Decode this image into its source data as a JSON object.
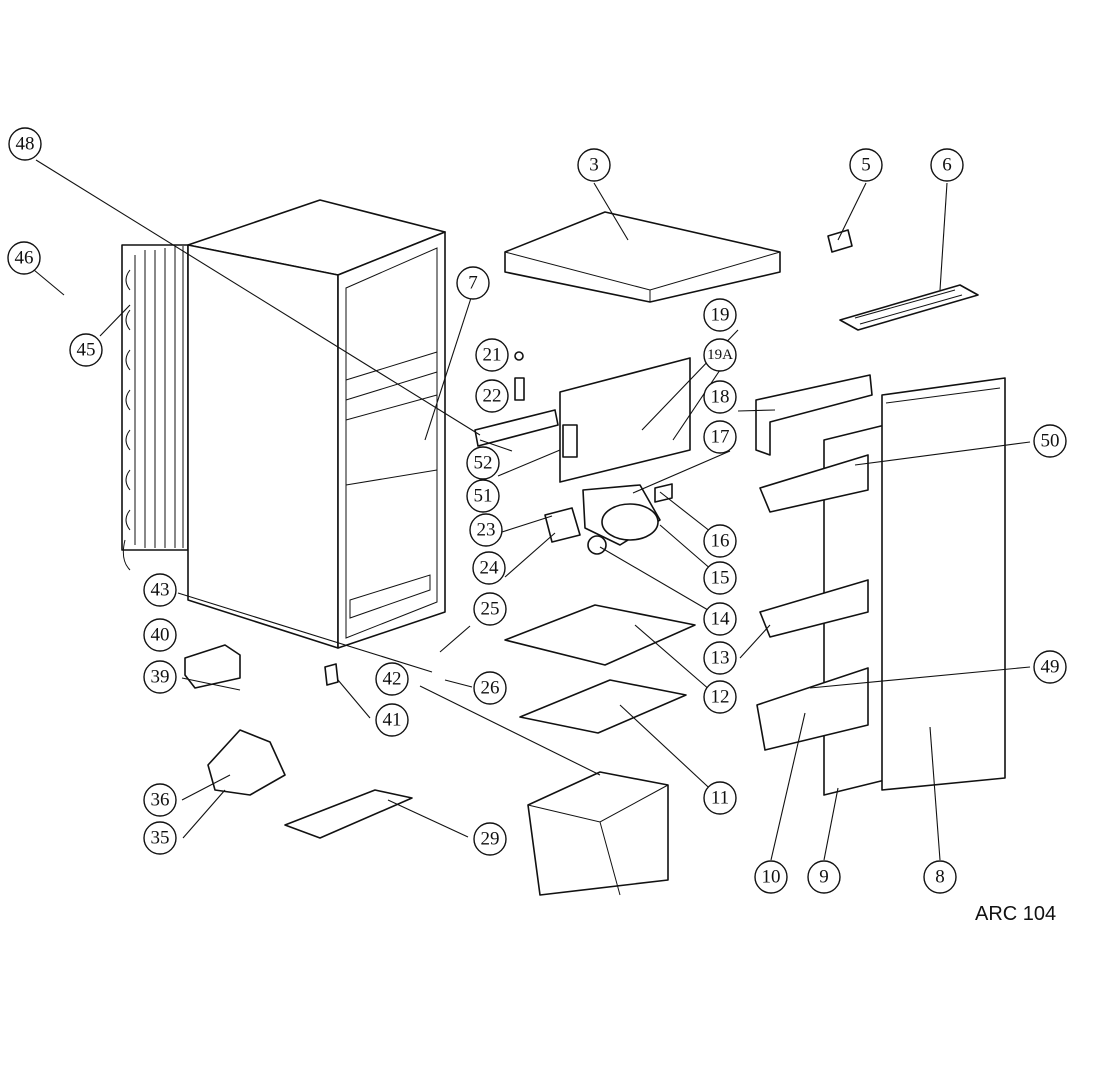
{
  "model_code": "ARC 104",
  "callouts": [
    "48",
    "46",
    "45",
    "3",
    "5",
    "6",
    "7",
    "21",
    "22",
    "52",
    "51",
    "19",
    "19A",
    "18",
    "17",
    "16",
    "23",
    "24",
    "15",
    "14",
    "50",
    "43",
    "40",
    "39",
    "25",
    "42",
    "41",
    "26",
    "12",
    "13",
    "49",
    "36",
    "35",
    "29",
    "11",
    "10",
    "9",
    "8"
  ],
  "colors": {
    "line": "#111111",
    "background": "#ffffff"
  }
}
